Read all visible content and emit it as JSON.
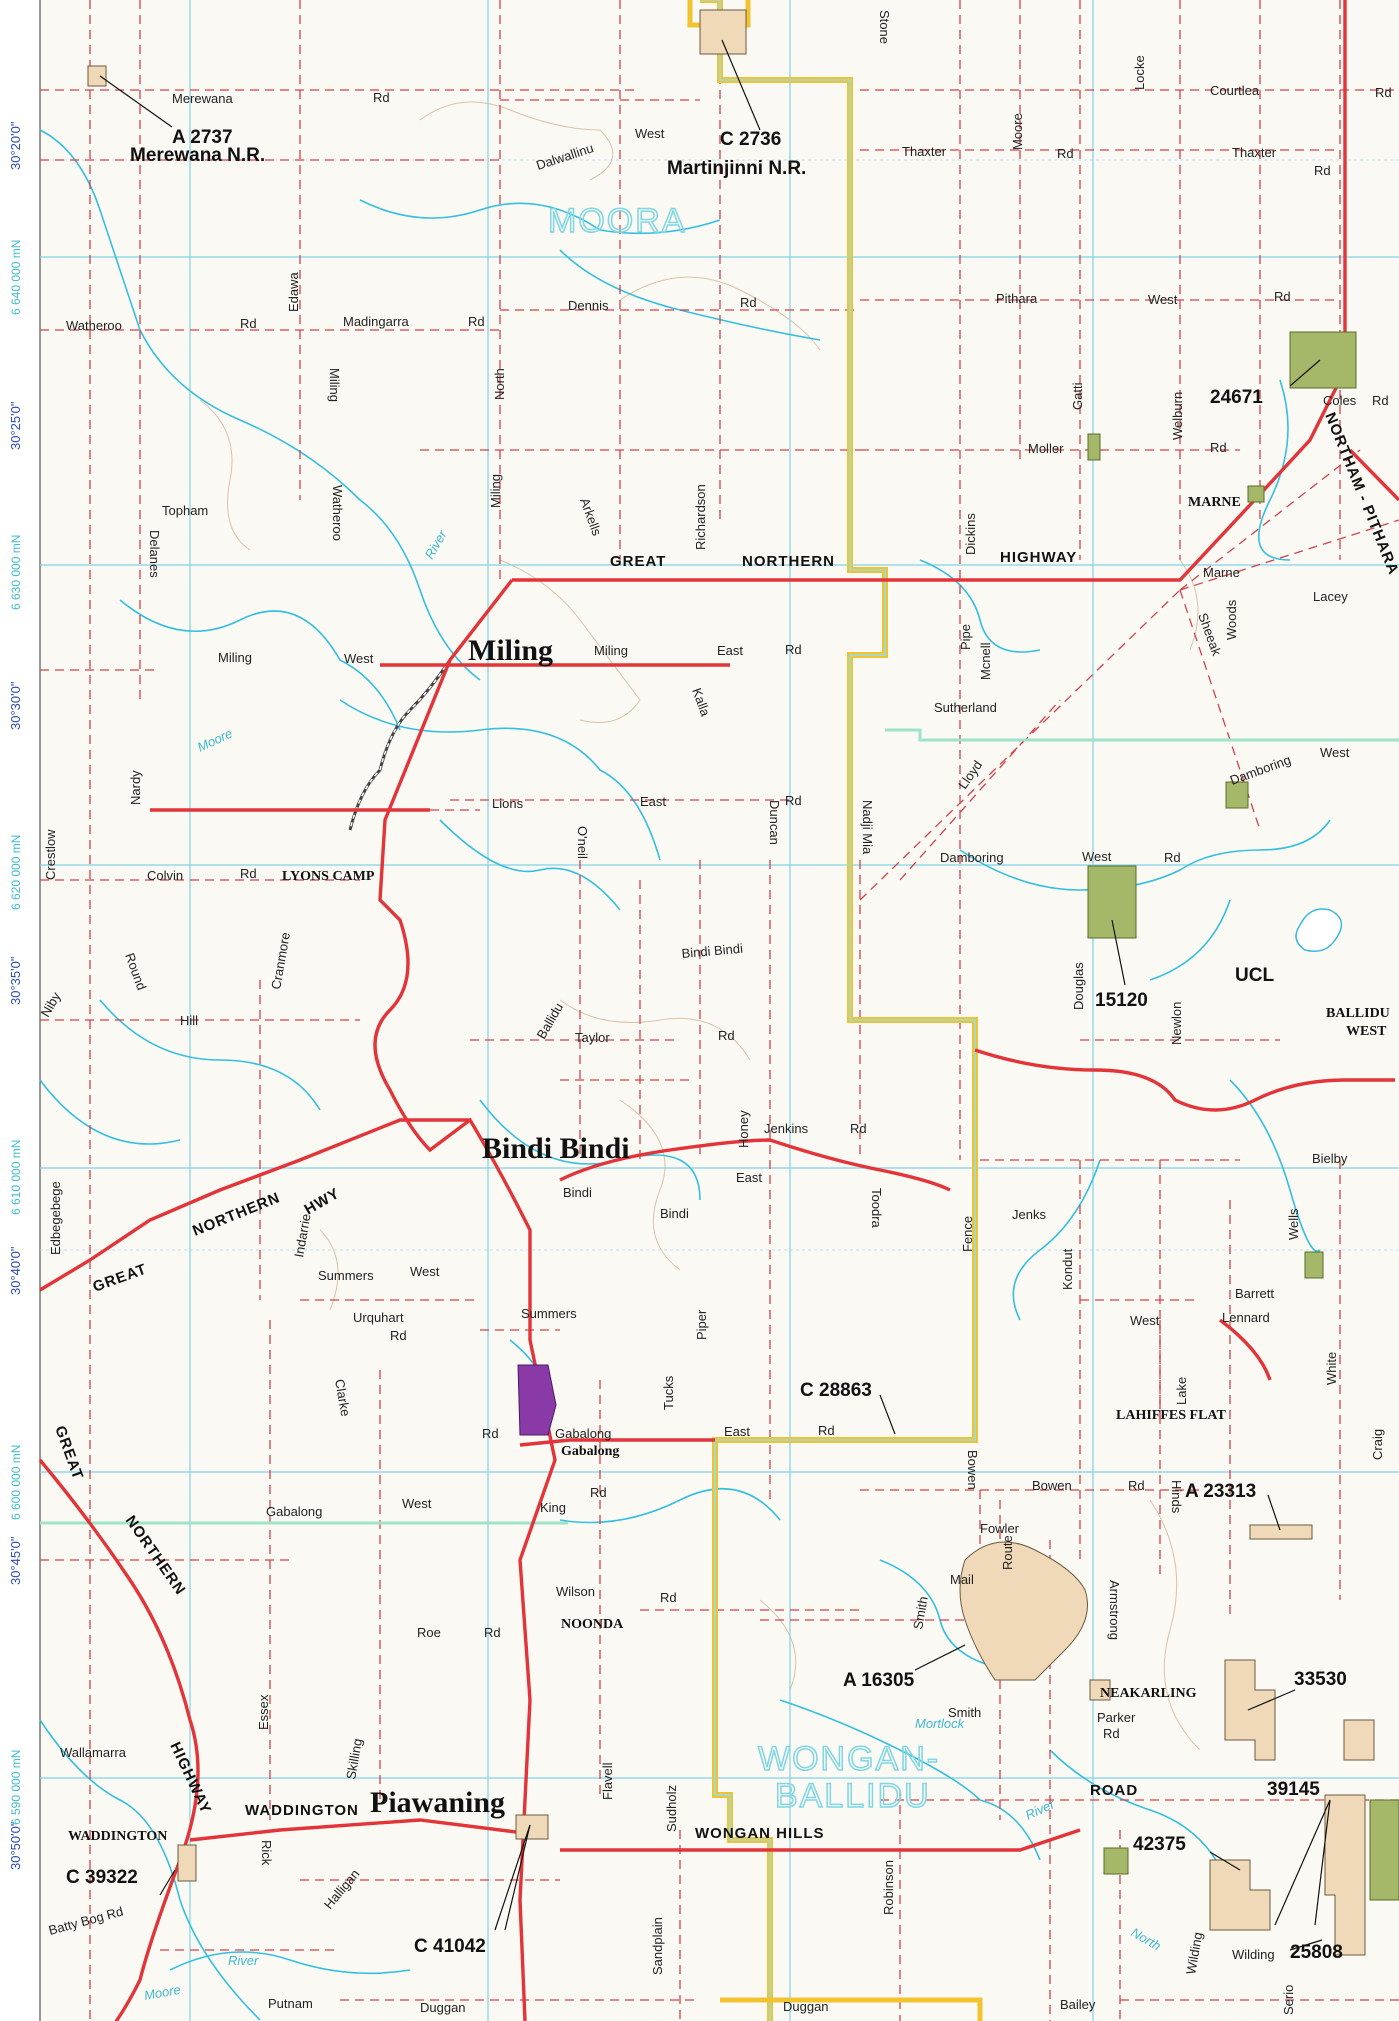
{
  "axis": {
    "latitudes": [
      "30°20'0\"",
      "30°25'0\"",
      "30°30'0\"",
      "30°35'0\"",
      "30°40'0\"",
      "30°45'0\"",
      "30°50'0\""
    ],
    "northings": [
      "6 640 000 mN",
      "6 630 000 mN",
      "6 620 000 mN",
      "6 610 000 mN",
      "6 600 000 mN",
      "6 590 000 mN"
    ]
  },
  "shire_labels": {
    "moora": "MOORA",
    "wongan": "WONGAN-",
    "ballidu": "BALLIDU"
  },
  "towns": {
    "miling": "Miling",
    "bindi_bindi": "Bindi Bindi",
    "piawaning": "Piawaning"
  },
  "localities": {
    "lyons_camp": "LYONS CAMP",
    "marne": "MARNE",
    "noonda": "NOONDA",
    "neakarling": "NEAKARLING",
    "waddington": "WADDINGTON",
    "lahiffes_flat": "LAHIFFES FLAT",
    "ballidu_west_1": "BALLIDU",
    "ballidu_west_2": "WEST",
    "gabalong": "Gabalong"
  },
  "reserves": {
    "a2737": "A 2737",
    "merewana": "Merewana N.R.",
    "c2736": "C 2736",
    "martinjinni": "Martinjinni N.R.",
    "r24671": "24671",
    "r15120": "15120",
    "ucl": "UCL",
    "c28863": "C 28863",
    "a23313": "A 23313",
    "a16305": "A 16305",
    "r33530": "33530",
    "r39145": "39145",
    "r42375": "42375",
    "c39322": "C 39322",
    "c41042": "C 41042",
    "r25808": "25808"
  },
  "highways": {
    "great": "GREAT",
    "northern": "NORTHERN",
    "highway": "HIGHWAY",
    "hwy": "HWY",
    "northam_pithara": "NORTHAM - PITHARA",
    "rd": "RD",
    "road": "ROAD",
    "waddington": "WADDINGTON",
    "wongan_hills": "WONGAN HILLS"
  },
  "rivers": {
    "moore": "Moore",
    "river": "River",
    "mortlock": "Mortlock",
    "north": "North"
  },
  "roads": {
    "rd": "Rd",
    "merewana": "Merewana",
    "west": "West",
    "dalwallinu": "Dalwallinu",
    "stone": "Stone",
    "locke": "Locke",
    "courtlea": "Courtlea",
    "thaxter": "Thaxter",
    "moore": "Moore",
    "watheroo": "Watheroo",
    "edawa": "Edawa",
    "madingarra": "Madingarra",
    "dennis": "Dennis",
    "pithara": "Pithara",
    "north": "North",
    "miling": "Miling",
    "gatti": "Gatti",
    "welburn": "Welburn",
    "coles": "Coles",
    "moller": "Moller",
    "topham": "Topham",
    "delanes": "Delanes",
    "arkells": "Arkells",
    "richardson": "Richardson",
    "dickins": "Dickins",
    "marne": "Marne",
    "lacey": "Lacey",
    "east": "East",
    "pipe": "Pipe",
    "mcnell": "Mcnell",
    "sherak": "Sheeak",
    "woods": "Woods",
    "kalla": "Kalla",
    "sutherland": "Sutherland",
    "lloyd": "Lloyd",
    "damboring": "Damboring",
    "nardy": "Nardy",
    "crestlow": "Crestlow",
    "lions": "Lions",
    "duncan": "Duncan",
    "nadji_mia": "Nadji Mia",
    "oneil": "O'neil",
    "colvin": "Colvin",
    "douglas": "Douglas",
    "newlon": "Newlon",
    "bindi_bindi": "Bindi Bindi",
    "round": "Round",
    "hill": "Hill",
    "niby": "Niby",
    "cranmore": "Cranmore",
    "ballidu": "Ballidu",
    "taylor": "Taylor",
    "honey": "Honey",
    "jenkins": "Jenkins",
    "toodra": "Toodra",
    "fence": "Fence",
    "bielby": "Bielby",
    "edbegebege": "Edbegebege",
    "indarrie": "Indarrie",
    "bindi": "Bindi",
    "jenks": "Jenks",
    "kondut": "Kondut",
    "wells": "Wells",
    "summers": "Summers",
    "urquhart": "Urquhart",
    "clarke": "Clarke",
    "piper": "Piper",
    "barrett": "Barrett",
    "lennard": "Lennard",
    "lake": "Lake",
    "white": "White",
    "tucks": "Tucks",
    "gabalong": "Gabalong",
    "bowen": "Bowen",
    "king": "King",
    "craig": "Craig",
    "fowler": "Fowler",
    "route": "Route",
    "armstrong": "Armstrong",
    "hinds": "Hinds",
    "mail": "Mail",
    "wilson": "Wilson",
    "smith": "Smith",
    "roe": "Roe",
    "essex": "Essex",
    "parker": "Parker",
    "wallamarra": "Wallamarra",
    "skilling": "Skilling",
    "flavell": "Flavell",
    "sudholz": "Sudholz",
    "rick": "Rick",
    "robinsoni": "Robinson",
    "halligan": "Halligan",
    "batty_bog": "Batty Bog Rd",
    "sandplain": "Sandplain",
    "wilding": "Wilding",
    "serio": "Serio",
    "putnam": "Putnam",
    "duggan": "Duggan",
    "bailey": "Bailey"
  }
}
